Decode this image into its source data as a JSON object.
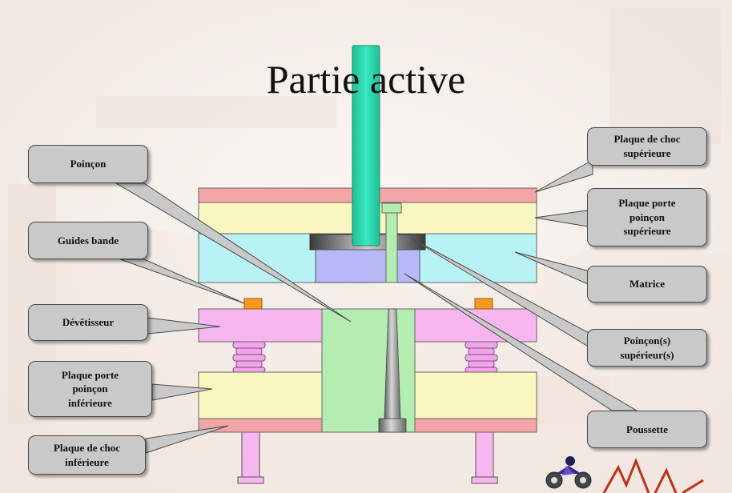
{
  "title": "Partie active",
  "labels": {
    "poincon": "Poinçon",
    "guides_bande": "Guides bande",
    "devetisseur": "Dévêtisseur",
    "plaque_porte_poincon_inferieure": "Plaque porte\npoinçon\ninférieure",
    "plaque_choc_inferieure": "Plaque de choc\ninférieure",
    "plaque_choc_superieure": "Plaque de choc\nsupérieure",
    "plaque_porte_poincon_superieure": "Plaque porte\npoinçon\nsupérieure",
    "matrice": "Matrice",
    "poincons_superieurs": "Poinçon(s)\nsupérieur(s)",
    "poussette": "Poussette"
  },
  "colors": {
    "plaque_choc": "#f4a6a6",
    "plaque_porte": "#f9f7c0",
    "matrice": "#b8f2f5",
    "devetisseur": "#f7b6f0",
    "poincon": "#b3edb2",
    "poincon_sup": "#b8b8f6",
    "tige": "#2fe0b9",
    "guides": "#f59a1e",
    "callout_bg": "#c9c9c9"
  }
}
